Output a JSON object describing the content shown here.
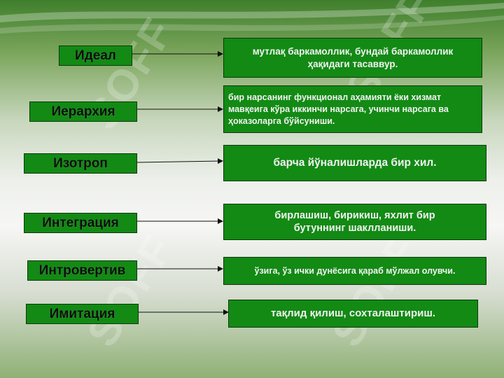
{
  "watermark": "SOFF",
  "rows": [
    {
      "term": "Идеал",
      "definition": "мутлақ баркамоллик, бундай баркамоллик ҳақидаги тасаввур."
    },
    {
      "term": "Иерархия",
      "definition": "бир нарсанинг функционал аҳамияти ёки хизмат мавқеига кўра иккинчи нарсага, учинчи нарсага ва ҳоказоларга бўйсуниши."
    },
    {
      "term": "Изотроп",
      "definition": "барча йўналишларда бир хил."
    },
    {
      "term": "Интеграция",
      "definition": "бирлашиш, бирикиш, яхлит бир бутуннинг шаклланиши."
    },
    {
      "term": "Интровертив",
      "definition": "ўзига, ўз ички дунёсига қараб мўлжал олувчи."
    },
    {
      "term": "Имитация",
      "definition": "тақлид қилиш, сохталаштириш."
    }
  ]
}
